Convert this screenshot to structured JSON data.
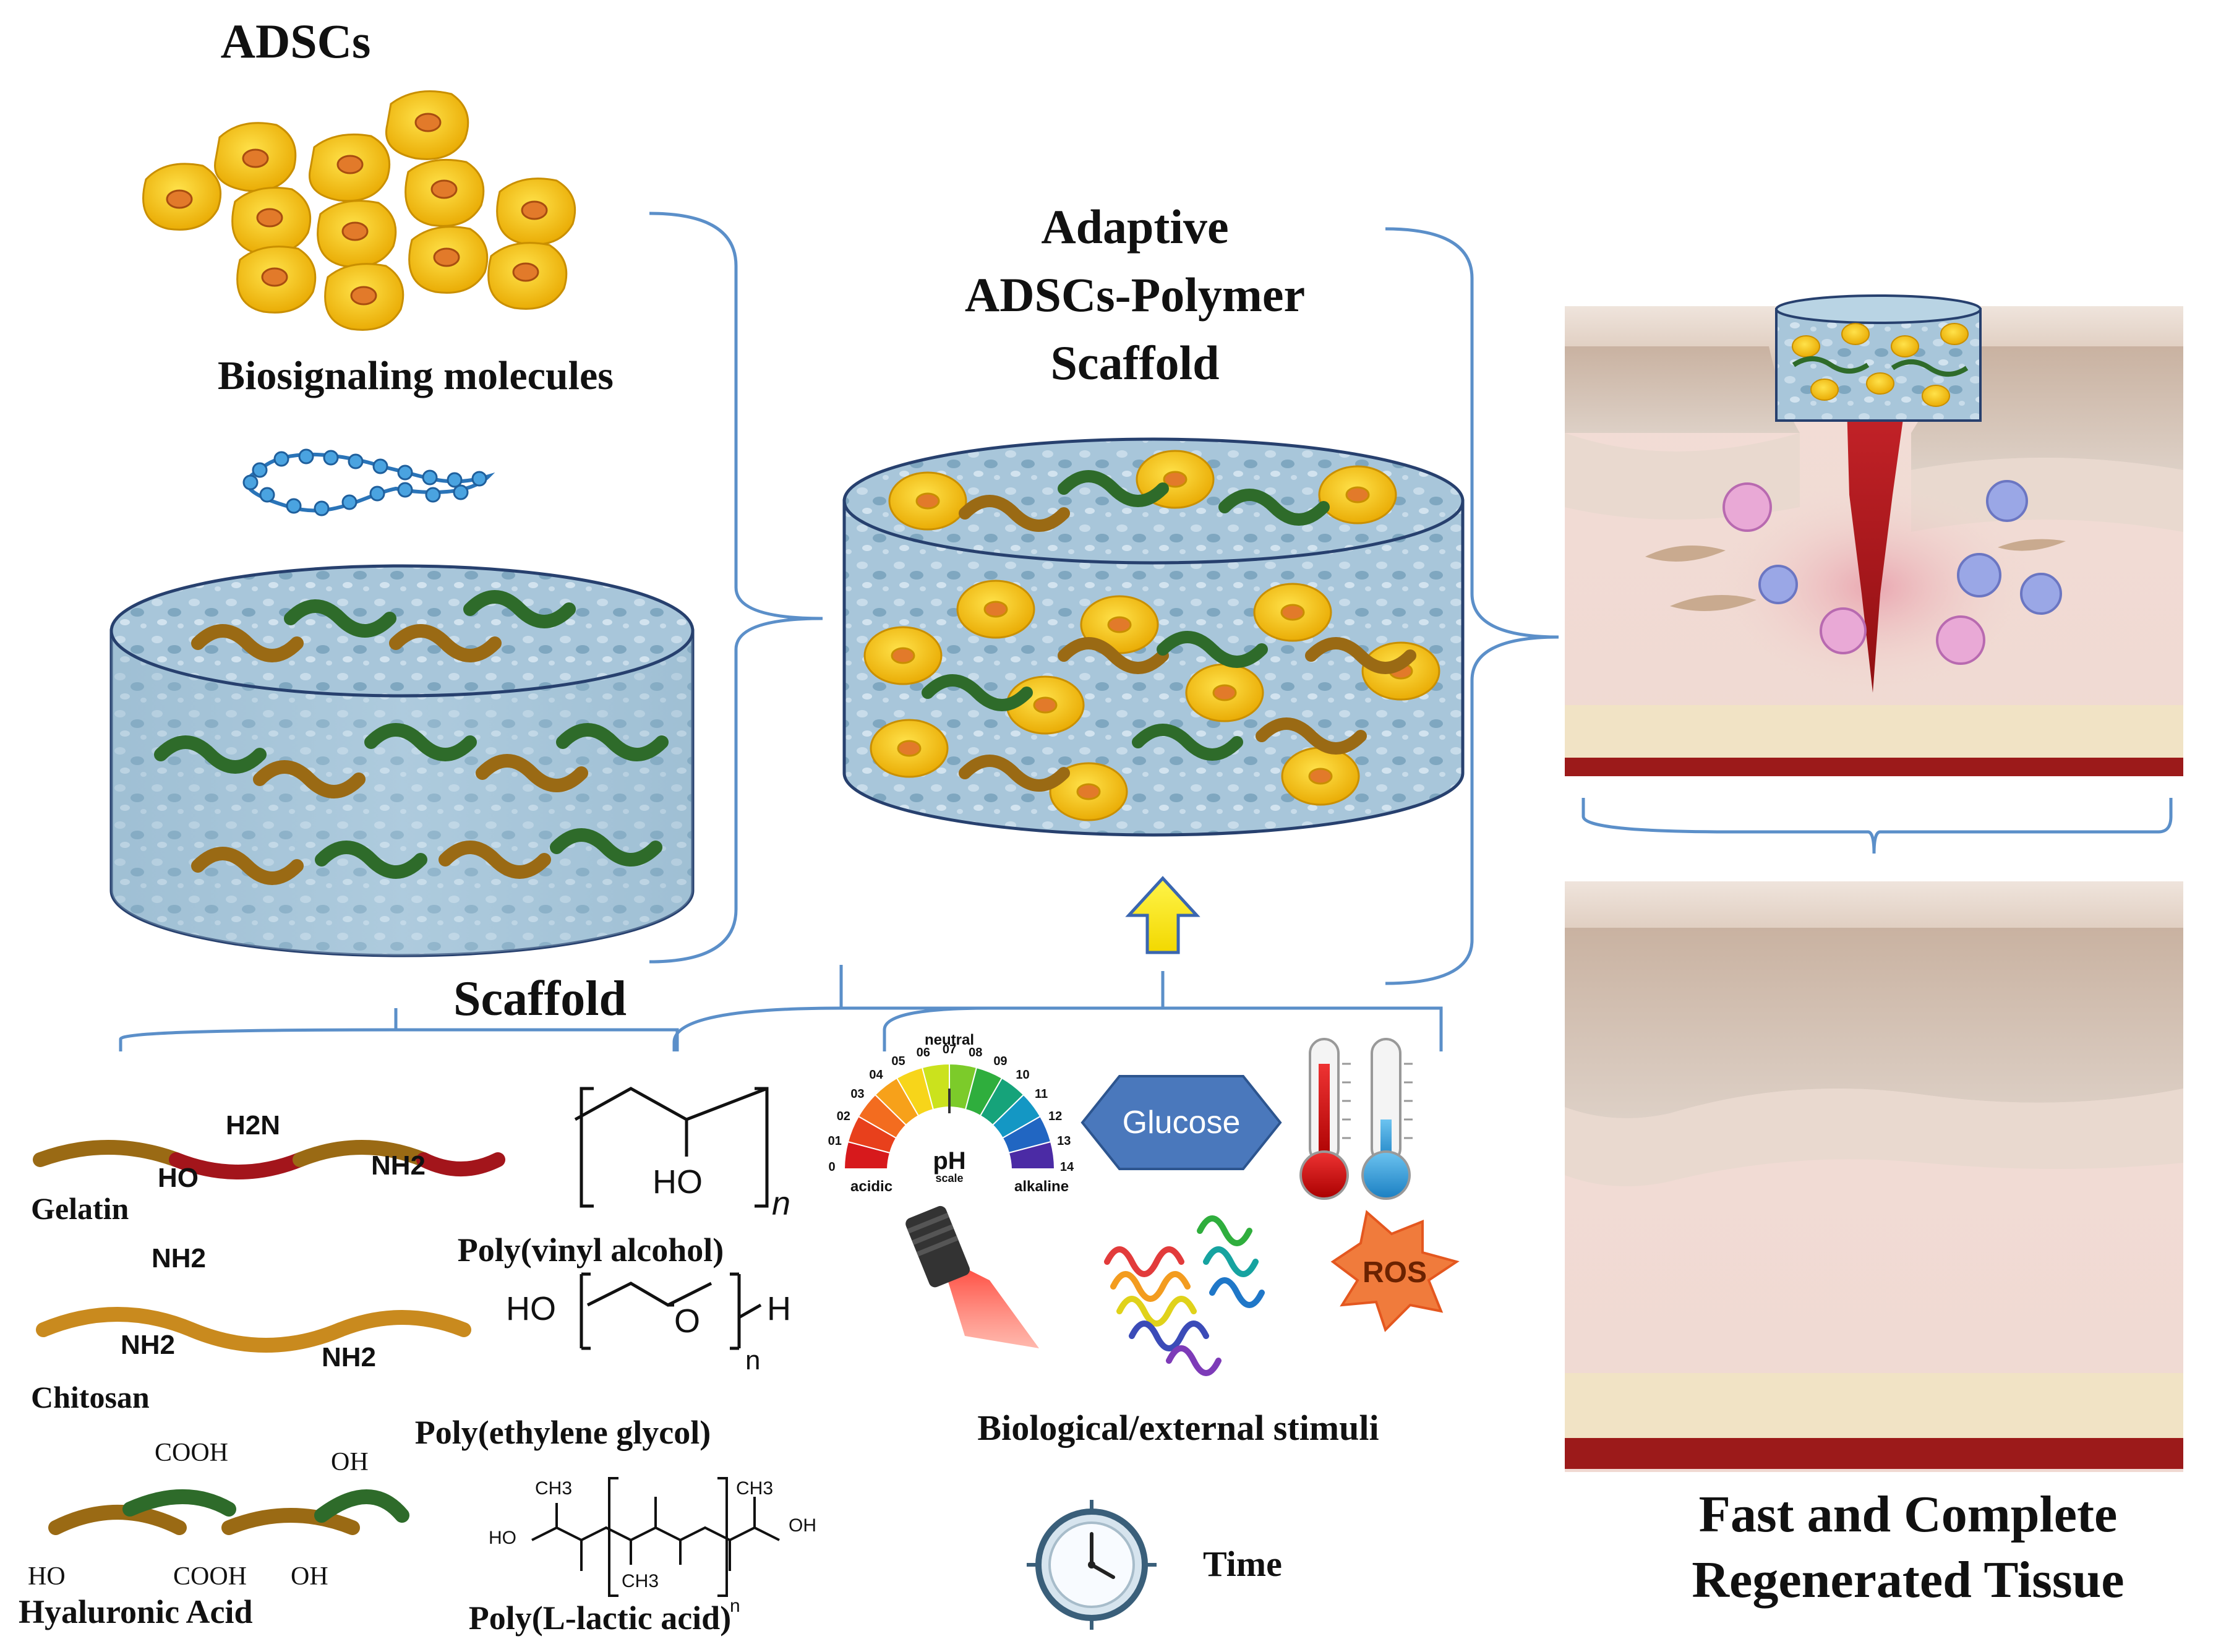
{
  "top_left": {
    "adscs": "ADSCs",
    "biosignaling": "Biosignaling molecules",
    "scaffold": "Scaffold"
  },
  "center": {
    "title_lines": [
      "Adaptive",
      "ADSCs-Polymer",
      "Scaffold"
    ]
  },
  "polymers": {
    "gelatin": "Gelatin",
    "chitosan": "Chitosan",
    "hyaluronic": "Hyaluronic Acid",
    "pva": "Poly(vinyl alcohol)",
    "peg": "Poly(ethylene glycol)",
    "plla": "Poly(L-lactic acid)"
  },
  "chem": {
    "h2n": "H2N",
    "nh2": "NH2",
    "ho": "HO",
    "n": "n",
    "h": "H",
    "o": "O",
    "cooh": "COOH",
    "oh": "OH",
    "ch3": "CH3"
  },
  "stimuli": {
    "ph_neutral": "neutral",
    "ph_acidic": "acidic",
    "ph_alkaline": "alkaline",
    "ph_label": "pH",
    "ph_scale": "scale",
    "ph_numbers": [
      "0",
      "01",
      "02",
      "03",
      "04",
      "05",
      "06",
      "07",
      "08",
      "09",
      "10",
      "11",
      "12",
      "13",
      "14"
    ],
    "glucose": "Glucose",
    "ros": "ROS",
    "caption": "Biological/external stimuli",
    "time": "Time"
  },
  "outcome": {
    "line1": "Fast and Complete",
    "line2": "Regenerated Tissue"
  },
  "colors": {
    "bracket": "#5b8fc9",
    "cell_fill": "#f6c400",
    "cell_nucleus": "#e27a2a",
    "scaffold_fill": "#a9c8dc",
    "polymer_green": "#2e6b2a",
    "polymer_brown": "#9a6a14",
    "arrow_yellow": "#ffef00",
    "arrow_outline": "#3a66b0",
    "glucose_fill": "#4a78bc",
    "ros_fill": "#f07b3c",
    "wound_red": "#b3191d"
  }
}
